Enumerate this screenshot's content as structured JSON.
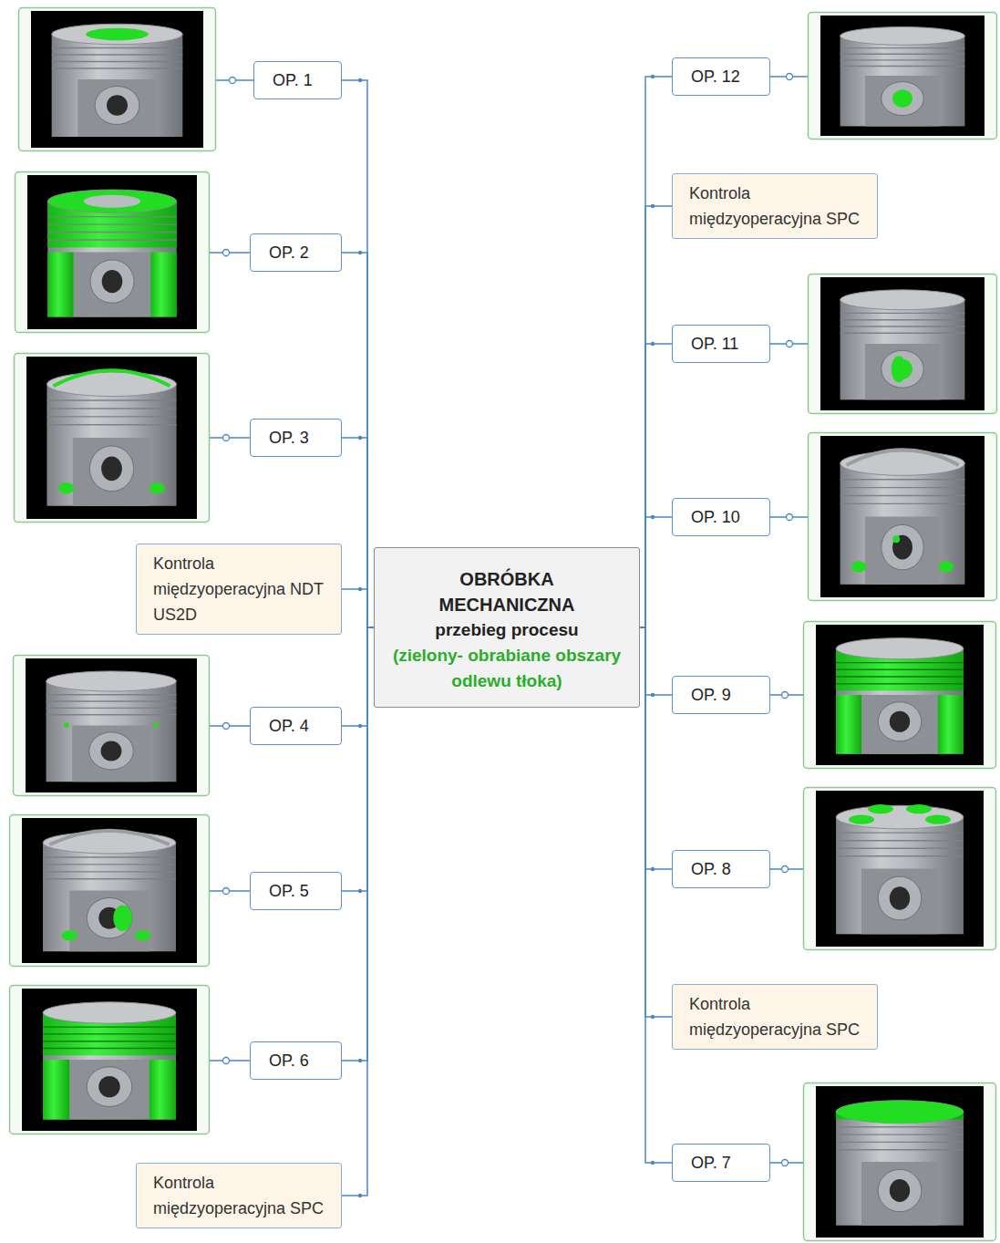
{
  "diagram": {
    "nodes": [
      {
        "text": [
          "OBRÓBKA MECHANICZNA",
          "przebieg procesu",
          "(zielony- obrabiane obszary odlewu tłoka)"
        ]
      },
      {
        "text": [
          "OP. 1"
        ]
      },
      {
        "text": [
          "OP. 2"
        ]
      },
      {
        "text": [
          "OP. 3"
        ]
      },
      {
        "text": [
          "Kontrola międzyoperacyjna NDT US2D"
        ]
      },
      {
        "text": [
          "OP. 4"
        ]
      },
      {
        "text": [
          "OP. 5"
        ]
      },
      {
        "text": [
          "OP. 6"
        ]
      },
      {
        "text": [
          "Kontrola międzyoperacyjna SPC"
        ]
      },
      {
        "text": [
          "OP. 12"
        ]
      },
      {
        "text": [
          "Kontrola międzyoperacyjna SPC"
        ]
      },
      {
        "text": [
          "OP. 11"
        ]
      },
      {
        "text": [
          "OP. 10"
        ]
      },
      {
        "text": [
          "OP. 9"
        ]
      },
      {
        "text": [
          "OP. 8"
        ]
      },
      {
        "text": [
          "Kontrola międzyoperacyjna SPC"
        ]
      },
      {
        "text": [
          "OP. 7"
        ]
      }
    ],
    "edges": [
      {
        "from": 0,
        "to": 1,
        "arrow": "none"
      },
      {
        "from": 0,
        "to": 2,
        "arrow": "none"
      },
      {
        "from": 0,
        "to": 3,
        "arrow": "none"
      },
      {
        "from": 0,
        "to": 4,
        "arrow": "none"
      },
      {
        "from": 0,
        "to": 5,
        "arrow": "none"
      },
      {
        "from": 0,
        "to": 6,
        "arrow": "none"
      },
      {
        "from": 0,
        "to": 7,
        "arrow": "none"
      },
      {
        "from": 0,
        "to": 8,
        "arrow": "none"
      },
      {
        "from": 0,
        "to": 9,
        "arrow": "none"
      },
      {
        "from": 0,
        "to": 10,
        "arrow": "none"
      },
      {
        "from": 0,
        "to": 11,
        "arrow": "none"
      },
      {
        "from": 0,
        "to": 12,
        "arrow": "none"
      },
      {
        "from": 0,
        "to": 13,
        "arrow": "none"
      },
      {
        "from": 0,
        "to": 14,
        "arrow": "none"
      },
      {
        "from": 0,
        "to": 15,
        "arrow": "none"
      },
      {
        "from": 0,
        "to": 16,
        "arrow": "none"
      }
    ]
  }
}
